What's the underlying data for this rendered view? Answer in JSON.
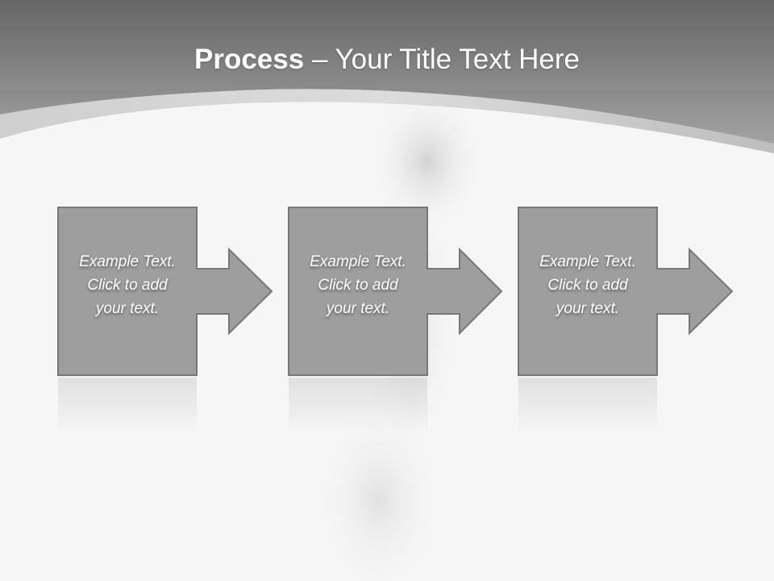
{
  "title": {
    "strong": "Process",
    "rest": " – Your Title Text Here"
  },
  "steps": [
    {
      "lines": [
        "Example Text.",
        "Click  to add",
        "your text."
      ]
    },
    {
      "lines": [
        "Example Text.",
        "Click  to add",
        "your text."
      ]
    },
    {
      "lines": [
        "Example Text.",
        "Click  to add",
        "your text."
      ]
    }
  ],
  "colors": {
    "header_top": "#6e6e6e",
    "header_bottom": "#9a9a9a",
    "box_fill": "#9e9e9e",
    "box_border": "#757575",
    "background": "#f5f5f5"
  }
}
